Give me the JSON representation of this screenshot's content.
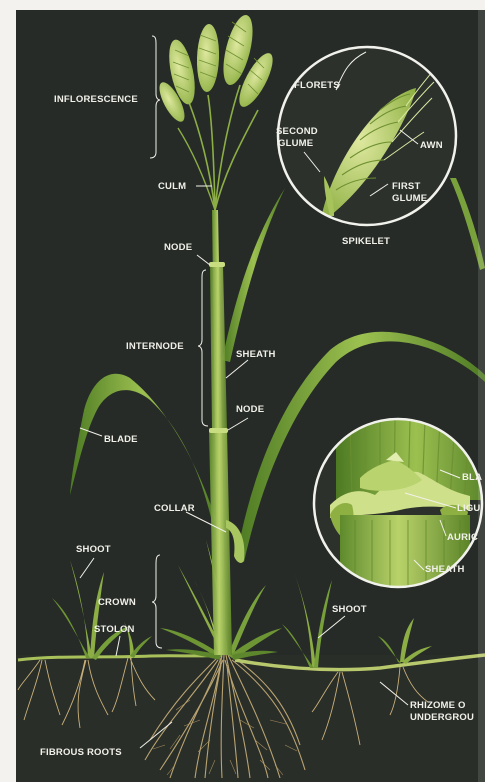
{
  "labels": {
    "inflorescence": "INFLORESCENCE",
    "culm": "CULM",
    "node_upper": "NODE",
    "internode": "INTERNODE",
    "sheath": "SHEATH",
    "node_lower": "NODE",
    "blade": "BLADE",
    "collar": "COLLAR",
    "shoot_left": "SHOOT",
    "crown": "CROWN",
    "stolon": "STOLON",
    "fibrous_roots": "FIBROUS ROOTS",
    "shoot_right": "SHOOT",
    "rhizome": "RHIZOME O",
    "underground": "UNDERGROU",
    "spikelet_detail": {
      "florets": "FLORETS",
      "second_glume_1": "SECOND",
      "second_glume_2": "GLUME",
      "awn": "AWN",
      "first_glume_1": "FIRST",
      "first_glume_2": "GLUME",
      "spikelet": "SPIKELET"
    },
    "collar_detail": {
      "blade": "BLA",
      "ligule": "LIGU",
      "auricle": "AURIC",
      "sheath": "SHEATH"
    }
  },
  "colors": {
    "background": "#262b27",
    "leaf": "#8cae45",
    "leaf_dark": "#557a28",
    "stem": "#9dbb4c",
    "root": "#c9b07a",
    "label": "#f1f1ea"
  }
}
